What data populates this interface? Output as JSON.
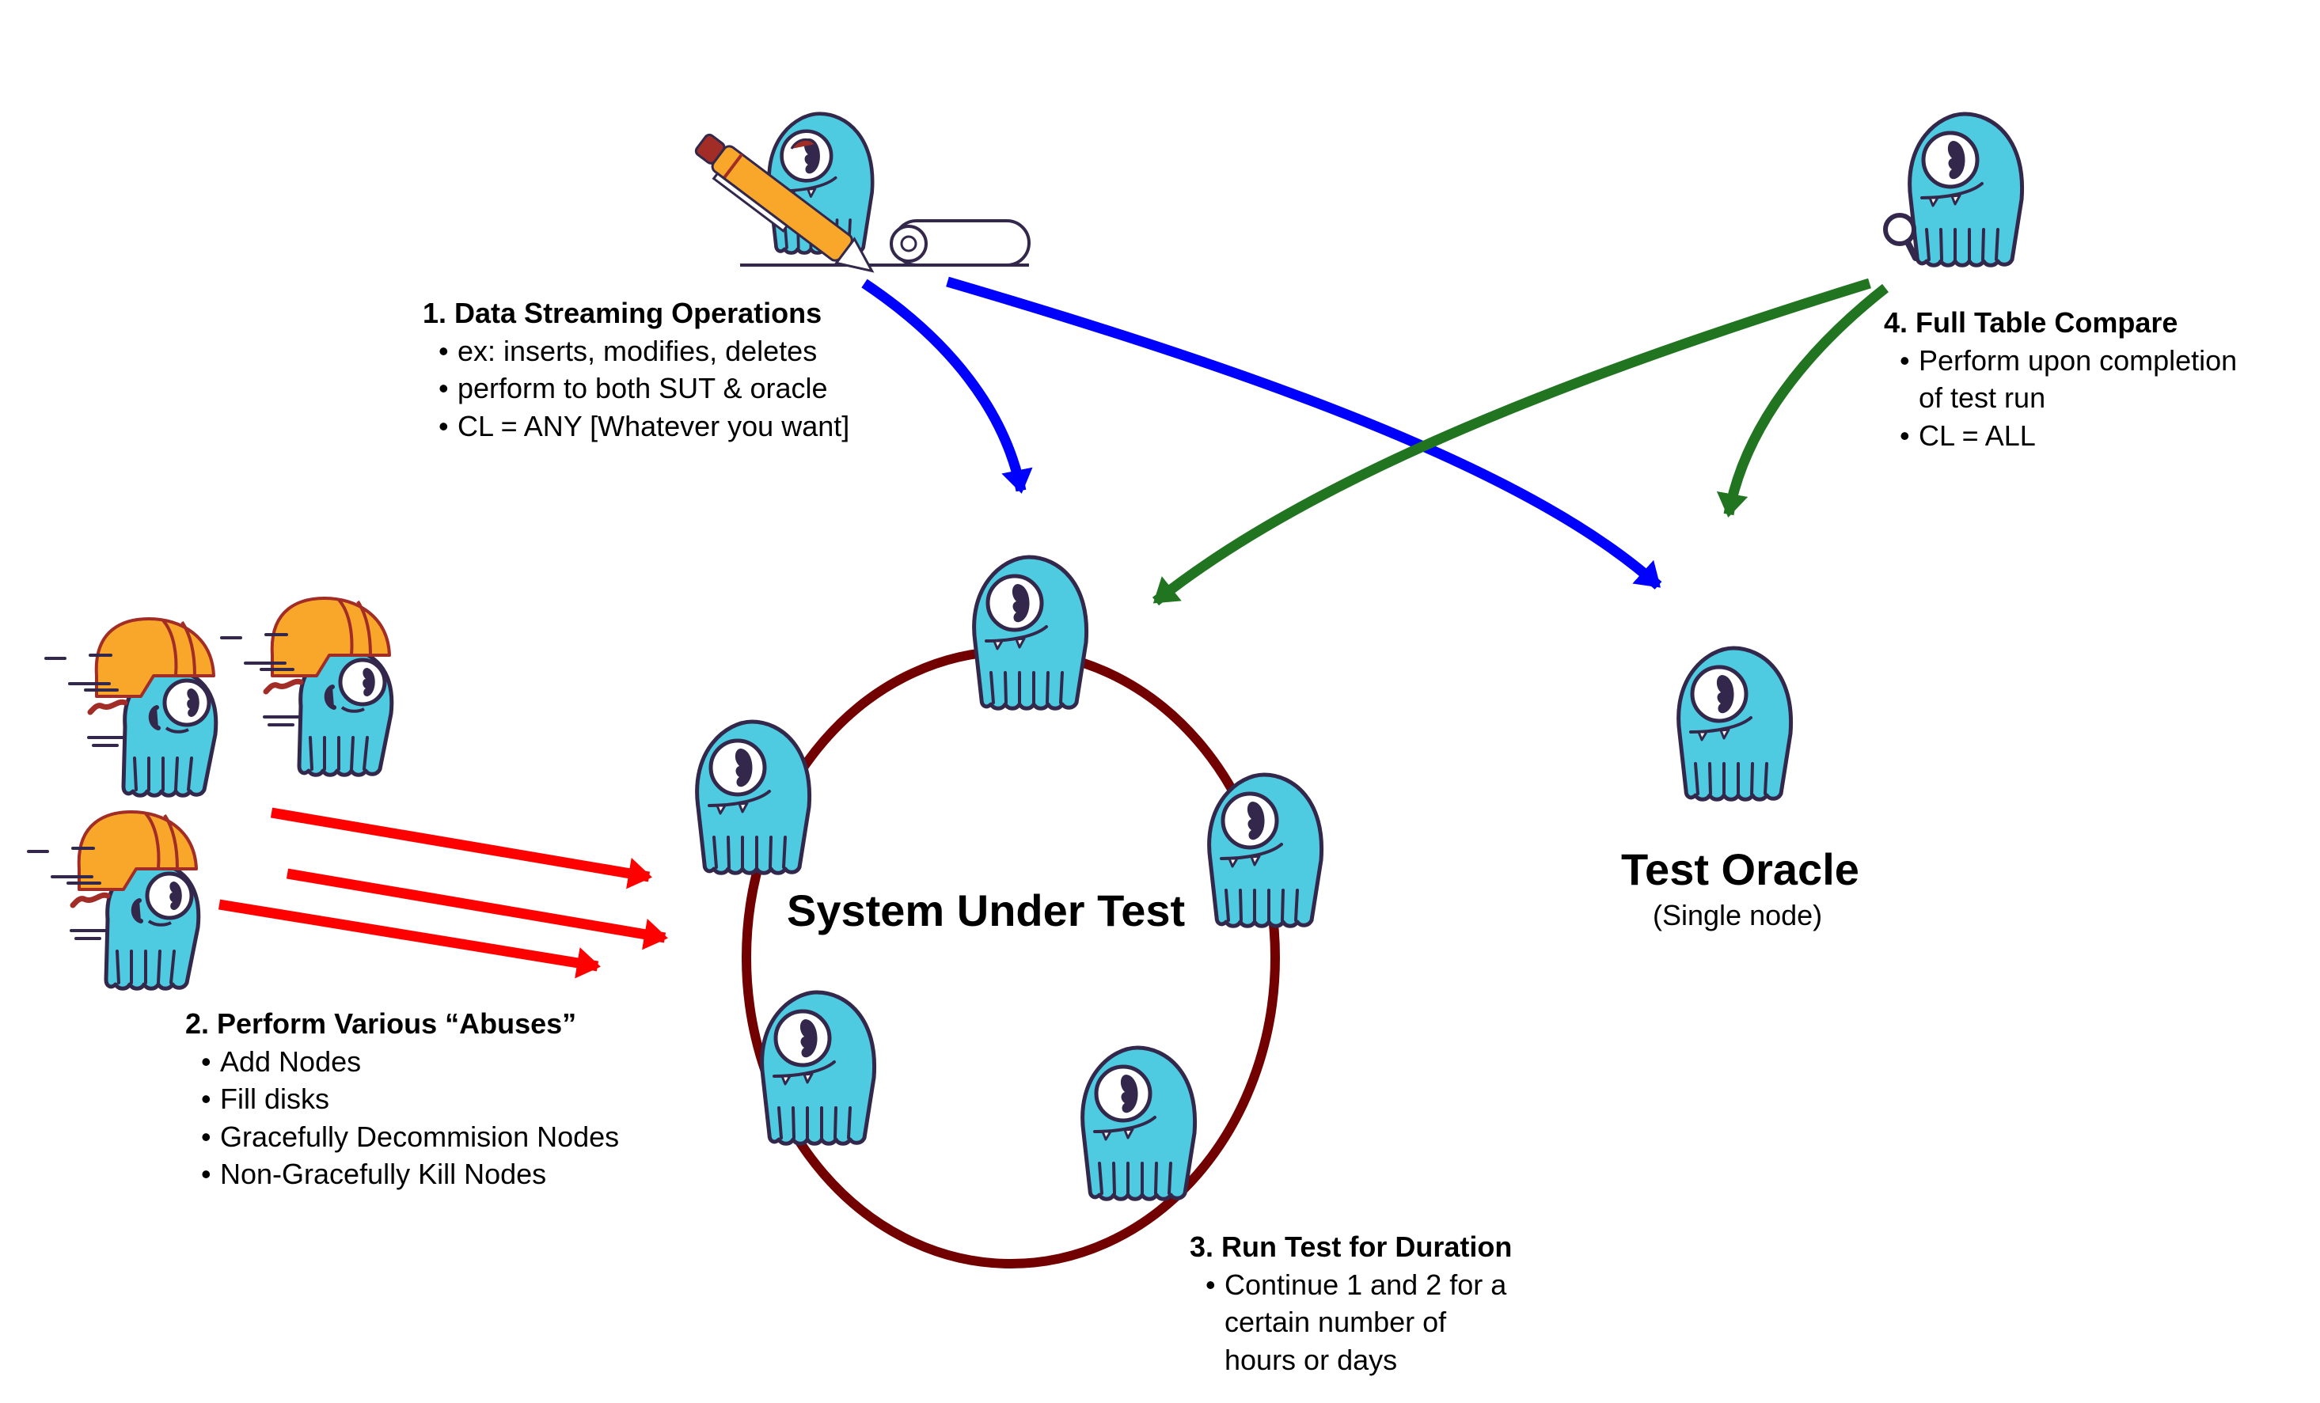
{
  "diagram": {
    "colors": {
      "mascot_body": "#4ECBE0",
      "mascot_outline": "#33284B",
      "helmet": "#F9A72B",
      "helmet_outline": "#A22C26",
      "pen_tip": "#A22C26",
      "ring": "#730000",
      "arrow_write": "#0000FF",
      "arrow_abuse": "#FF0000",
      "arrow_compare": "#217521"
    },
    "nodes": {
      "sut": {
        "label": "System Under Test",
        "member_count": 5
      },
      "oracle": {
        "label": "Test Oracle",
        "sublabel": "(Single node)"
      }
    },
    "actors": {
      "writer": {
        "icon": "mascot-writing-pen-icon"
      },
      "abusers": {
        "icon": "mascot-helmet-running-icon",
        "count": 3
      },
      "comparer": {
        "icon": "mascot-magnifier-icon"
      }
    },
    "steps": [
      {
        "title": "1. Data Streaming Operations",
        "bullets": [
          "ex: inserts, modifies, deletes",
          "perform to both SUT & oracle",
          "CL = ANY [Whatever you want]"
        ]
      },
      {
        "title": "2. Perform Various “Abuses”",
        "bullets": [
          "Add Nodes",
          "Fill disks",
          "Gracefully Decommision Nodes",
          "Non-Gracefully Kill Nodes"
        ]
      },
      {
        "title": "3. Run Test for Duration",
        "bullets": [
          "Continue 1 and 2 for a"
        ],
        "continuation": [
          "certain number of",
          "hours or days"
        ]
      },
      {
        "title": "4. Full Table Compare",
        "bullets": [
          "Perform upon completion",
          "CL = ALL"
        ],
        "continuation": [
          "of test run"
        ]
      }
    ],
    "edges": [
      {
        "from": "writer",
        "to": "sut",
        "color": "arrow_write"
      },
      {
        "from": "writer",
        "to": "oracle",
        "color": "arrow_write"
      },
      {
        "from": "abusers",
        "to": "sut",
        "color": "arrow_abuse",
        "count": 3
      },
      {
        "from": "comparer",
        "to": "sut",
        "color": "arrow_compare"
      },
      {
        "from": "comparer",
        "to": "oracle",
        "color": "arrow_compare"
      }
    ]
  }
}
